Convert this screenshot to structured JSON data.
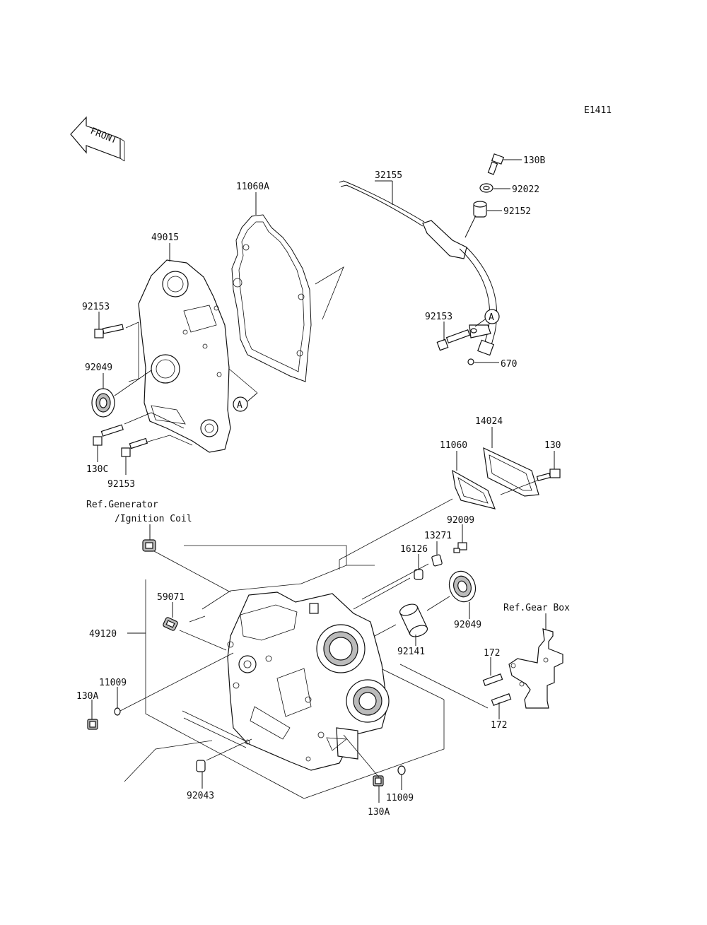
{
  "diagram_code": "E1411",
  "front_label": "FRONT",
  "ref_a": "A",
  "labels": {
    "p130B": "130B",
    "p92022": "92022",
    "p92152": "92152",
    "p32155": "32155",
    "p11060A": "11060A",
    "p49015": "49015",
    "p92153_left": "92153",
    "p92049_left": "92049",
    "p130C": "130C",
    "p92153_bottom": "92153",
    "p92153_right": "92153",
    "p670": "670",
    "p14024": "14024",
    "p11060": "11060",
    "p130": "130",
    "p92009": "92009",
    "p13271": "13271",
    "p16126": "16126",
    "p59071": "59071",
    "p49120": "49120",
    "p92049_right": "92049",
    "p92141": "92141",
    "p11009_left": "11009",
    "p130A_left": "130A",
    "p172_top": "172",
    "p172_bottom": "172",
    "p92043": "92043",
    "p11009_bottom": "11009",
    "p130A_bottom": "130A"
  },
  "refs": {
    "generator_line1": "Ref.Generator",
    "generator_line2": "/Ignition Coil",
    "gear_box": "Ref.Gear Box"
  }
}
